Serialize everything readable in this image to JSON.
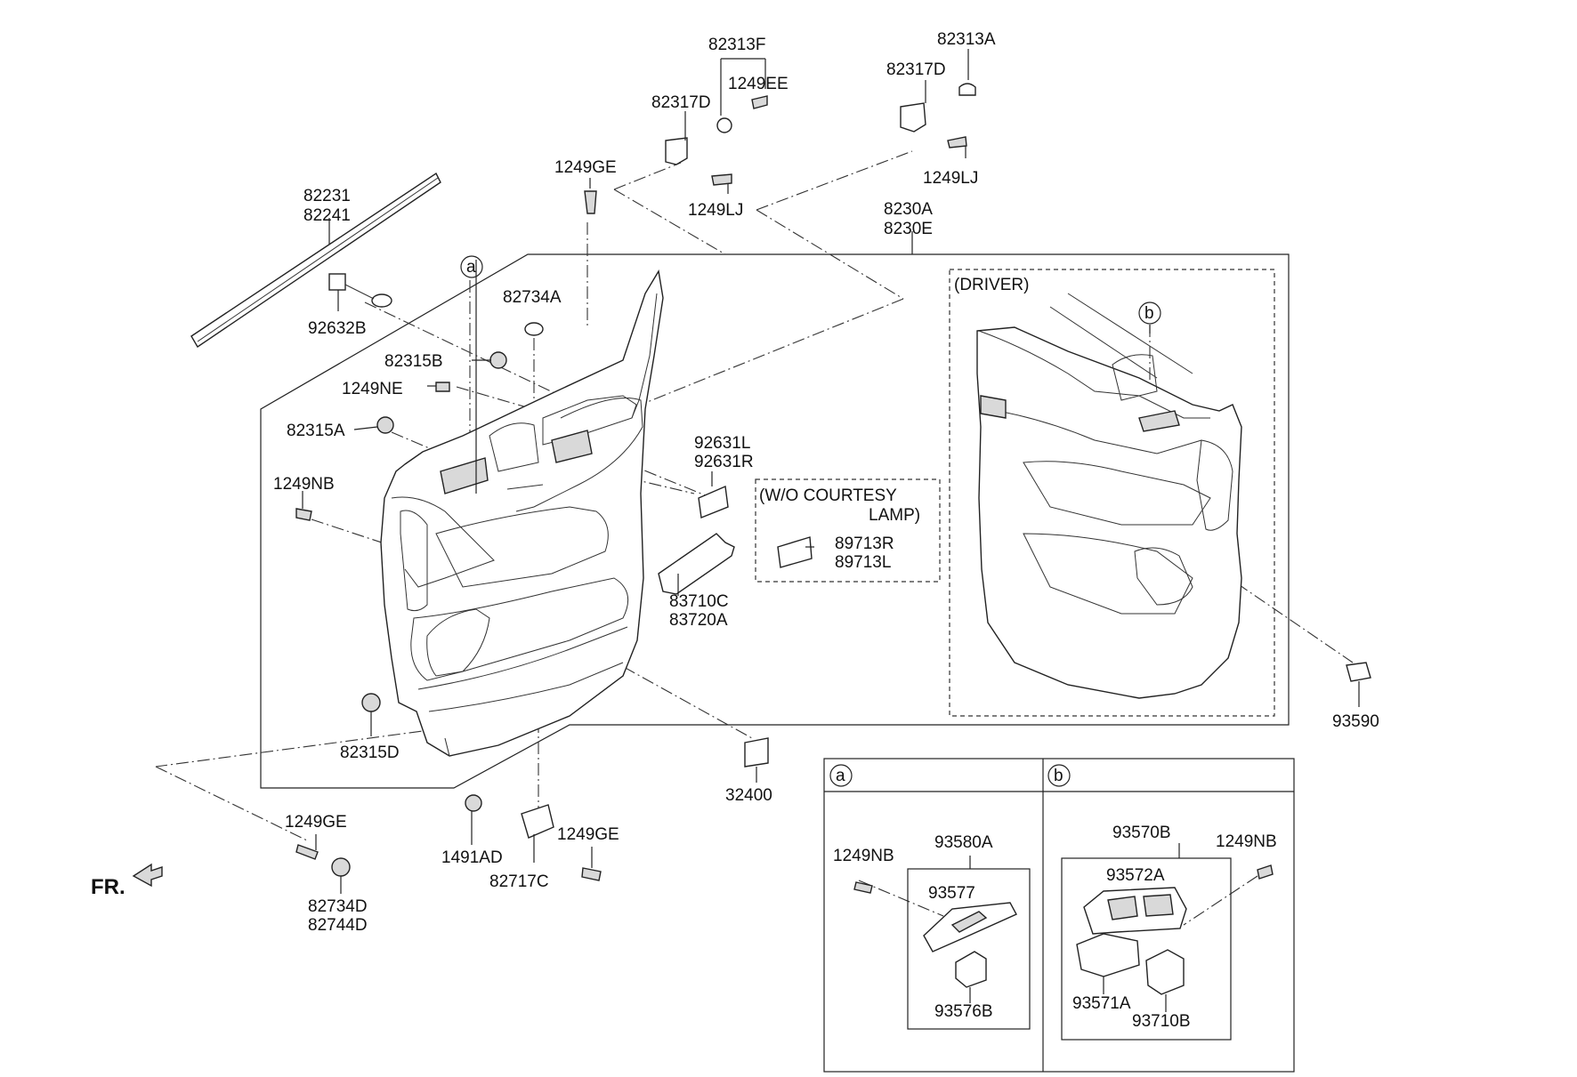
{
  "labels": {
    "p82313F": "82313F",
    "p1249EE": "1249EE",
    "p82317D_1": "82317D",
    "p82313A": "82313A",
    "p82317D_2": "82317D",
    "p1249GE_top": "1249GE",
    "p1249LJ_1": "1249LJ",
    "p1249LJ_2": "1249LJ",
    "p82231": "82231",
    "p82241": "82241",
    "p8230A": "8230A",
    "p8230E": "8230E",
    "p92632B": "92632B",
    "p82734A": "82734A",
    "p82315B": "82315B",
    "p1249NE": "1249NE",
    "p82315A": "82315A",
    "p92631L": "92631L",
    "p92631R": "92631R",
    "p1249NB_left": "1249NB",
    "wo_courtesy_1": "(W/O COURTESY",
    "wo_courtesy_2": "LAMP)",
    "p89713R": "89713R",
    "p89713L": "89713L",
    "p83710C": "83710C",
    "p83720A": "83720A",
    "driver": "(DRIVER)",
    "p93590": "93590",
    "p82315D": "82315D",
    "p32400": "32400",
    "p1249GE_bl": "1249GE",
    "p1491AD": "1491AD",
    "p1249GE_bm": "1249GE",
    "p82717C": "82717C",
    "p82734D": "82734D",
    "p82744D": "82744D",
    "fr": "FR.",
    "callout_a": "a",
    "callout_b": "b",
    "sec_a": "a",
    "sec_b": "b",
    "p93580A": "93580A",
    "p1249NB_a": "1249NB",
    "p93577": "93577",
    "p93576B": "93576B",
    "p93570B": "93570B",
    "p1249NB_b": "1249NB",
    "p93572A": "93572A",
    "p93571A": "93571A",
    "p93710B": "93710B"
  }
}
